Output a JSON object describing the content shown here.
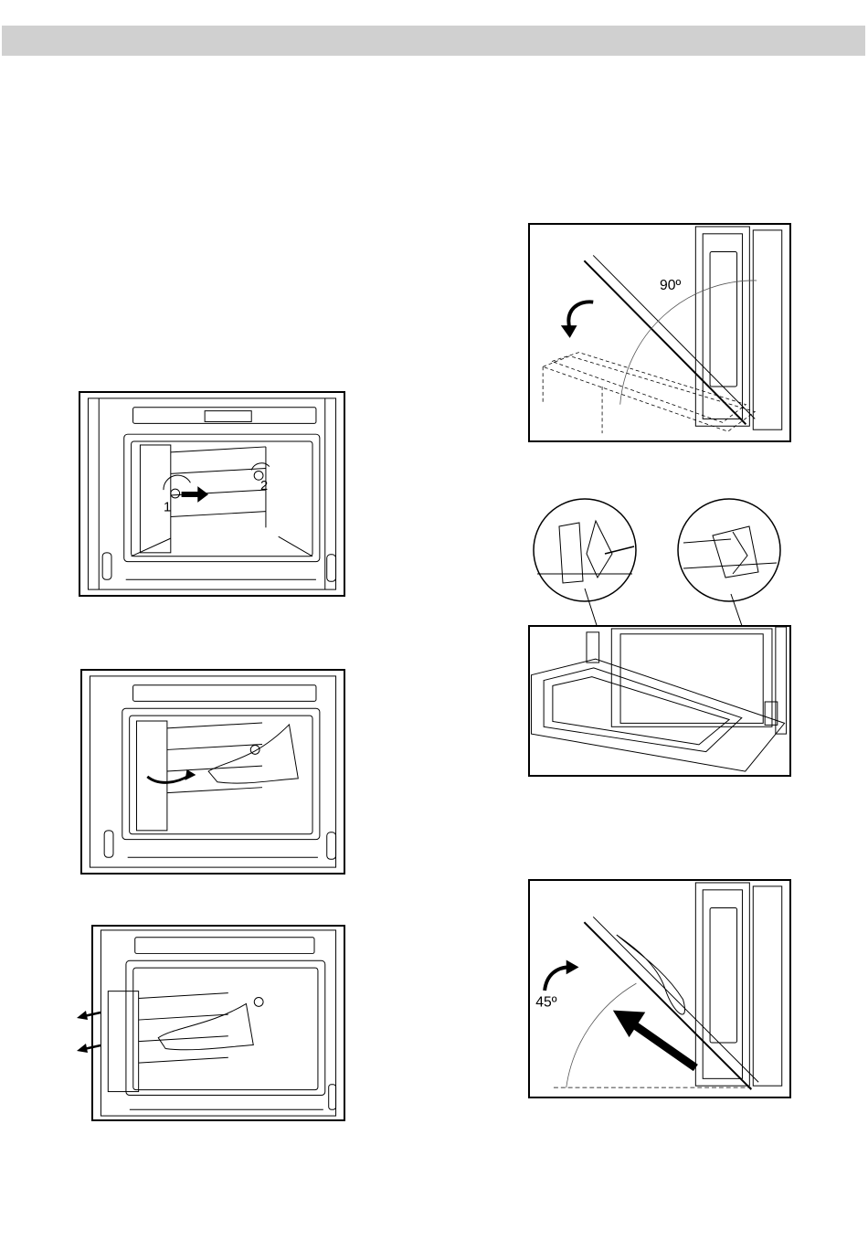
{
  "page": {
    "header_band_color": "#d0d0d0"
  },
  "figures": {
    "rack_unscrew": {
      "label_1": "1",
      "label_2": "2"
    },
    "rack_lift": {},
    "rack_remove": {},
    "door_open": {
      "angle_label": "90º"
    },
    "hinge_detail": {},
    "door_refit": {
      "angle_label": "45º"
    }
  }
}
